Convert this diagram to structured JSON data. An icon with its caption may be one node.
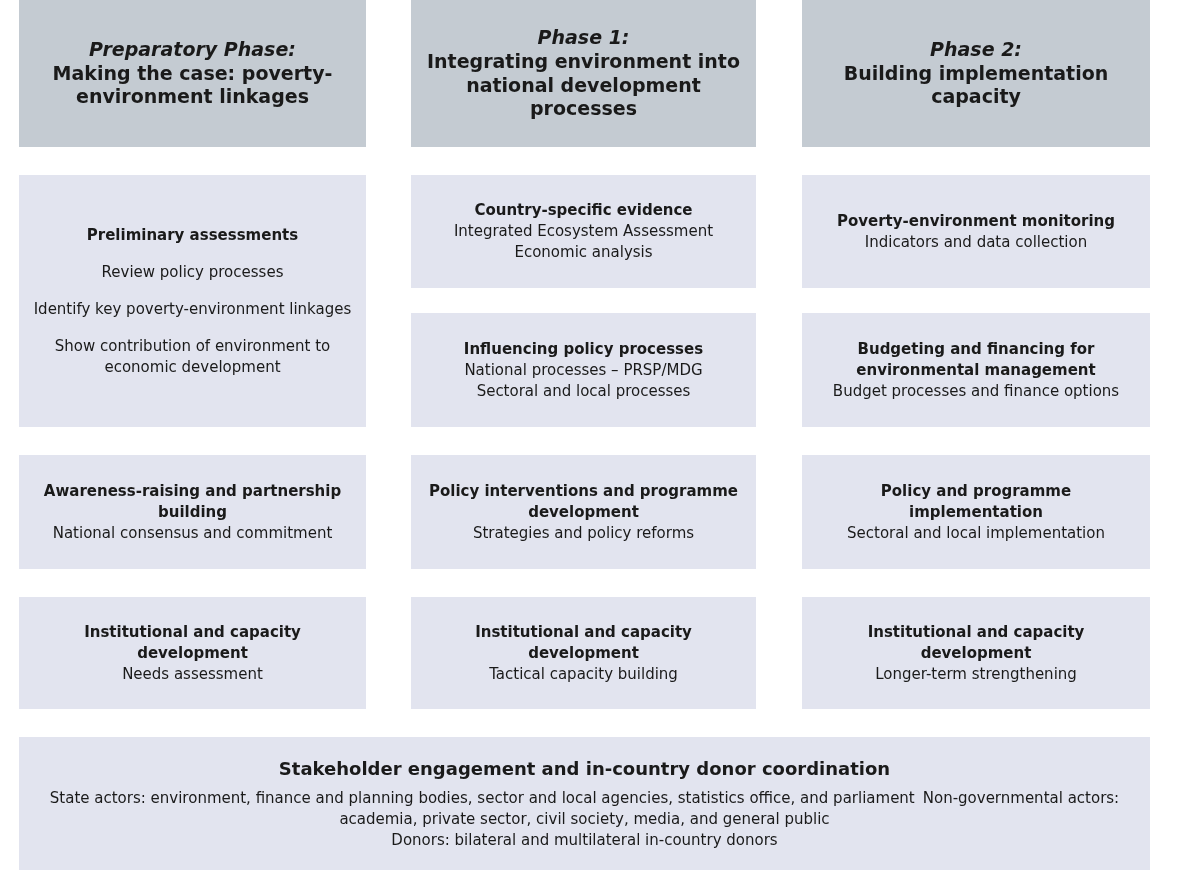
{
  "diagram": {
    "nodes": [
      {
        "text": [
          "Preparatory Phase:",
          "Making the case: poverty-environment linkages"
        ]
      },
      {
        "text": [
          "Phase 1:",
          "Integrating environment into national development processes"
        ]
      },
      {
        "text": [
          "Phase 2:",
          "Building implementation capacity"
        ]
      },
      {
        "text": [
          "Preliminary assessments",
          "Review policy processes",
          "Identify key poverty-environment linkages",
          "Show contribution of environment to economic development"
        ]
      },
      {
        "text": [
          "Country-specific evidence",
          "Integrated Ecosystem Assessment",
          "Economic analysis"
        ]
      },
      {
        "text": [
          "Poverty-environment monitoring",
          "Indicators and data collection"
        ]
      },
      {
        "text": [
          "Influencing policy processes",
          "National processes – PRSP/MDG",
          "Sectoral and local processes"
        ]
      },
      {
        "text": [
          "Budgeting and financing for environmental management",
          "Budget processes and finance options"
        ]
      },
      {
        "text": [
          "Awareness-raising and partnership building",
          "National consensus and commitment"
        ]
      },
      {
        "text": [
          "Policy interventions and programme development",
          "Strategies and policy reforms"
        ]
      },
      {
        "text": [
          "Policy and programme implementation",
          "Sectoral and local implementation"
        ]
      },
      {
        "text": [
          "Institutional and capacity development",
          "Needs assessment"
        ]
      },
      {
        "text": [
          "Institutional and capacity development",
          "Tactical capacity building"
        ]
      },
      {
        "text": [
          "Institutional and capacity development",
          "Longer-term strengthening"
        ]
      },
      {
        "text": [
          "Stakeholder engagement and in-country donor coordination",
          "State actors: environment, finance and planning bodies, sector and local agencies, statistics office, and parliament",
          "Non-governmental actors: academia, private sector, civil society, media, and general public",
          "Donors: bilateral and multilateral in-country donors"
        ]
      }
    ]
  }
}
